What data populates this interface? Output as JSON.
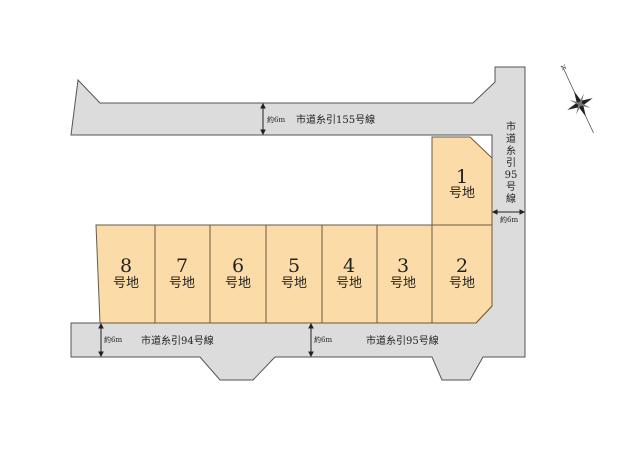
{
  "roads": {
    "top": {
      "name": "市道糸引155号線",
      "width": "約6m"
    },
    "right": {
      "name_chars": [
        "市",
        "道",
        "糸",
        "引",
        "95",
        "号",
        "線"
      ],
      "width": "約6m"
    },
    "bottom_left": {
      "name": "市道糸引94号線",
      "width": "約6m"
    },
    "bottom_right": {
      "name": "市道糸引95号線",
      "width": "約6m"
    }
  },
  "lots": [
    {
      "number": "1",
      "suffix": "号地"
    },
    {
      "number": "2",
      "suffix": "号地"
    },
    {
      "number": "3",
      "suffix": "号地"
    },
    {
      "number": "4",
      "suffix": "号地"
    },
    {
      "number": "5",
      "suffix": "号地"
    },
    {
      "number": "6",
      "suffix": "号地"
    },
    {
      "number": "7",
      "suffix": "号地"
    },
    {
      "number": "8",
      "suffix": "号地"
    }
  ],
  "compass": {
    "label": "N"
  },
  "colors": {
    "lot": "#fbdca8",
    "road": "#dcdcdc"
  }
}
